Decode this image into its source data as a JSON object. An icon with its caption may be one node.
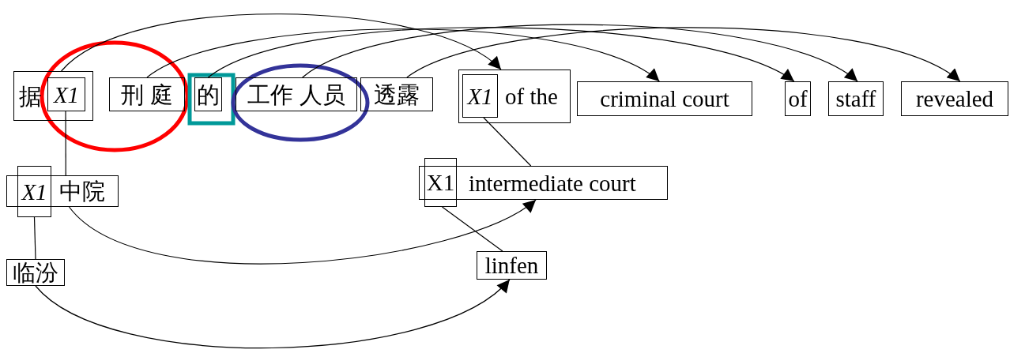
{
  "diagram": {
    "nodes": [
      {
        "text": [
          "据"
        ]
      },
      {
        "text": [
          "X1"
        ],
        "in": 0
      },
      {
        "text": [
          "刑 庭"
        ]
      },
      {
        "text": [
          "的"
        ]
      },
      {
        "text": [
          "工作 人员"
        ]
      },
      {
        "text": [
          "透露"
        ]
      },
      {
        "text": [
          "of the"
        ]
      },
      {
        "text": [
          "X1"
        ],
        "in": 6
      },
      {
        "text": [
          "criminal court"
        ]
      },
      {
        "text": [
          "of"
        ]
      },
      {
        "text": [
          "staff"
        ]
      },
      {
        "text": [
          "revealed"
        ]
      },
      {
        "text": [
          "中院"
        ]
      },
      {
        "text": [
          "X1"
        ]
      },
      {
        "text": [
          "临汾"
        ]
      },
      {
        "text": [
          "intermediate court"
        ]
      },
      {
        "text": [
          "X1"
        ]
      },
      {
        "text": [
          "linfen"
        ]
      }
    ],
    "edges": [
      {
        "from": 0,
        "to": 6,
        "arrow": "to"
      },
      {
        "from": 2,
        "to": 8,
        "arrow": "to"
      },
      {
        "from": 3,
        "to": 9,
        "arrow": "to"
      },
      {
        "from": 4,
        "to": 10,
        "arrow": "to"
      },
      {
        "from": 5,
        "to": 11,
        "arrow": "to"
      },
      {
        "from": 1,
        "to": 12,
        "arrow": "none"
      },
      {
        "from": 7,
        "to": 15,
        "arrow": "none"
      },
      {
        "from": 13,
        "to": 14,
        "arrow": "none"
      },
      {
        "from": 16,
        "to": 17,
        "arrow": "none"
      },
      {
        "from": 12,
        "to": 15,
        "arrow": "to"
      },
      {
        "from": 14,
        "to": 17,
        "arrow": "to"
      }
    ]
  }
}
